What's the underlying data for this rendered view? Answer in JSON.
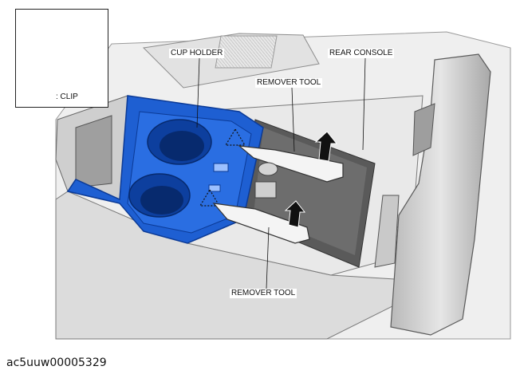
{
  "labels": {
    "cup_holder": "CUP HOLDER",
    "rear_console": "REAR CONSOLE",
    "remover_tool_top": "REMOVER TOOL",
    "remover_tool_bottom": "REMOVER TOOL"
  },
  "inset": {
    "clip_label": ": CLIP"
  },
  "figure_id": "ac5uuw00005329",
  "colors": {
    "cup_holder": "#1e5fd2",
    "cup_holder_dark": "#0b3a96",
    "console_gray": "#d6d6d6",
    "shadow_gray": "#8a8a8a",
    "clip_marker": "#111111"
  }
}
